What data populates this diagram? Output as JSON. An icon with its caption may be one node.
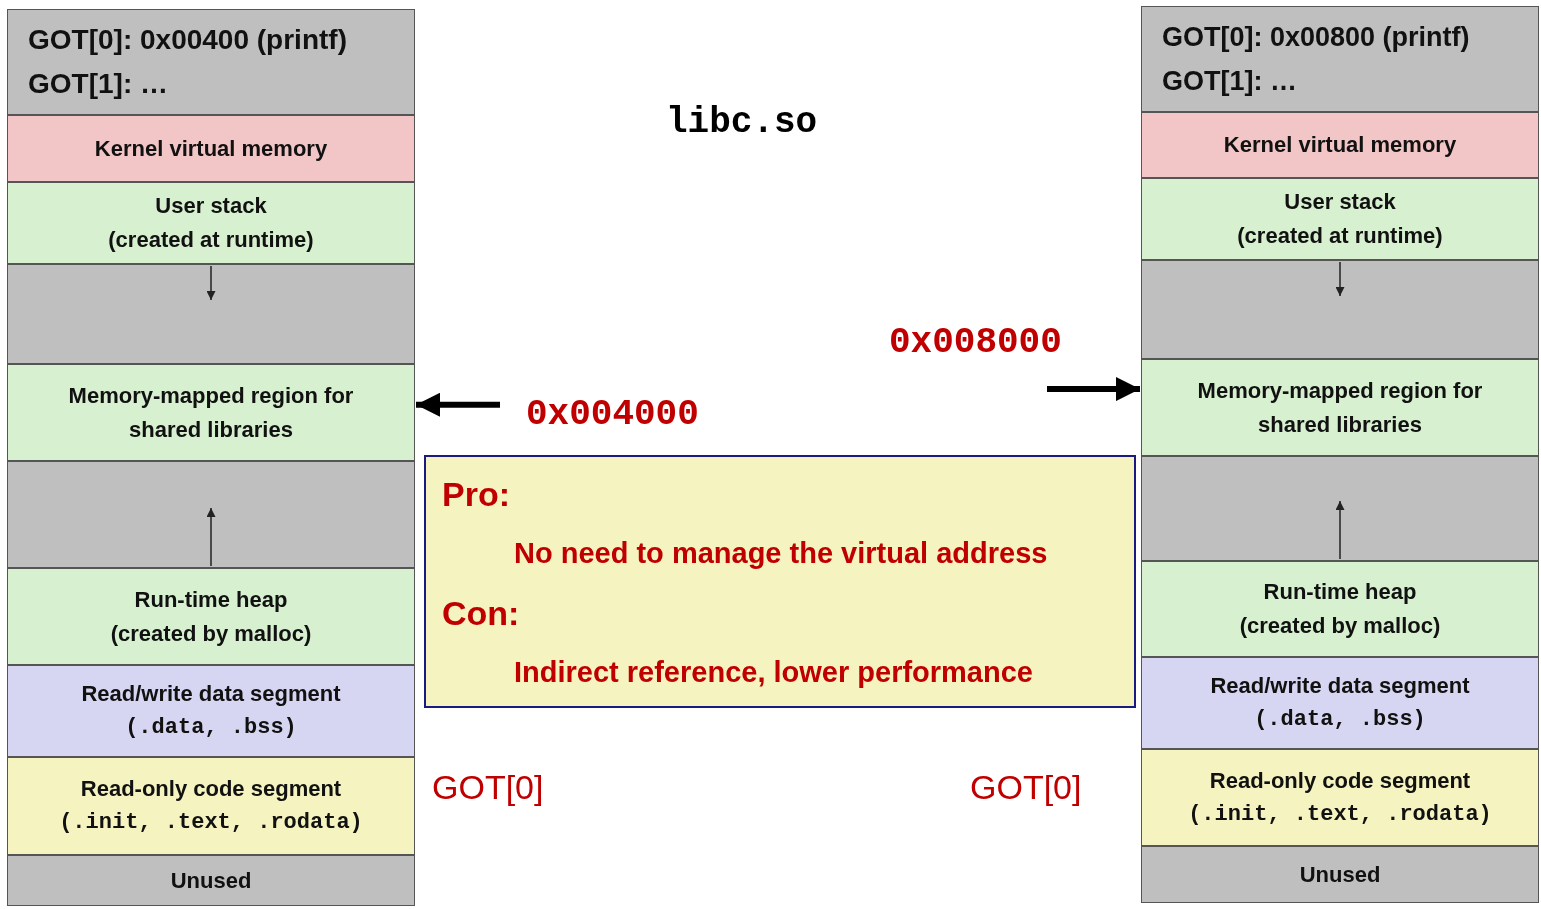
{
  "diagram": {
    "nodes": [
      {
        "text": [
          "GOT[0]: 0x00400 (printf)",
          "GOT[1]: …"
        ]
      },
      {
        "text": [
          "Kernel virtual memory"
        ]
      },
      {
        "text": [
          "User stack",
          "(created at runtime)"
        ]
      },
      {
        "text": [],
        "shape": "box"
      },
      {
        "text": [
          "Memory-mapped region for shared libraries"
        ]
      },
      {
        "text": [],
        "shape": "box"
      },
      {
        "text": [
          "Run-time heap",
          "(created by malloc)"
        ]
      },
      {
        "text": [
          "Read/write data segment",
          "(.data, .bss)"
        ]
      },
      {
        "text": [
          "Read-only code segment",
          "(.init, .text, .rodata)"
        ]
      },
      {
        "text": [
          "Unused"
        ]
      },
      {
        "text": [
          "GOT[0]: 0x00800 (printf)",
          "GOT[1]: …"
        ]
      },
      {
        "text": [
          "Kernel virtual memory"
        ]
      },
      {
        "text": [
          "User stack",
          "(created at runtime)"
        ]
      },
      {
        "text": [],
        "shape": "box"
      },
      {
        "text": [
          "Memory-mapped region for shared libraries"
        ]
      },
      {
        "text": [],
        "shape": "box"
      },
      {
        "text": [
          "Run-time heap",
          "(created by malloc)"
        ]
      },
      {
        "text": [
          "Read/write data segment",
          "(.data, .bss)"
        ]
      },
      {
        "text": [
          "Read-only code segment",
          "(.init, .text, .rodata)"
        ]
      },
      {
        "text": [
          "Unused"
        ]
      },
      {
        "text": [
          "Pro:",
          "No need to manage the virtual address",
          "Con:",
          "Indirect reference, lower performance"
        ]
      }
    ],
    "edges": [
      {
        "from": null,
        "to": 4,
        "arrow": "to",
        "style": "thick"
      },
      {
        "from": null,
        "to": 14,
        "arrow": "to",
        "style": "thick"
      },
      {
        "from": 2,
        "to": 3,
        "arrow": "to"
      },
      {
        "from": 6,
        "to": 5,
        "arrow": "to"
      },
      {
        "from": 12,
        "to": 13,
        "arrow": "to"
      },
      {
        "from": 16,
        "to": 15,
        "arrow": "to"
      }
    ],
    "labels": [
      "libc.so",
      "0x008000",
      "0x004000",
      "GOT[0]",
      "GOT[0]"
    ]
  }
}
